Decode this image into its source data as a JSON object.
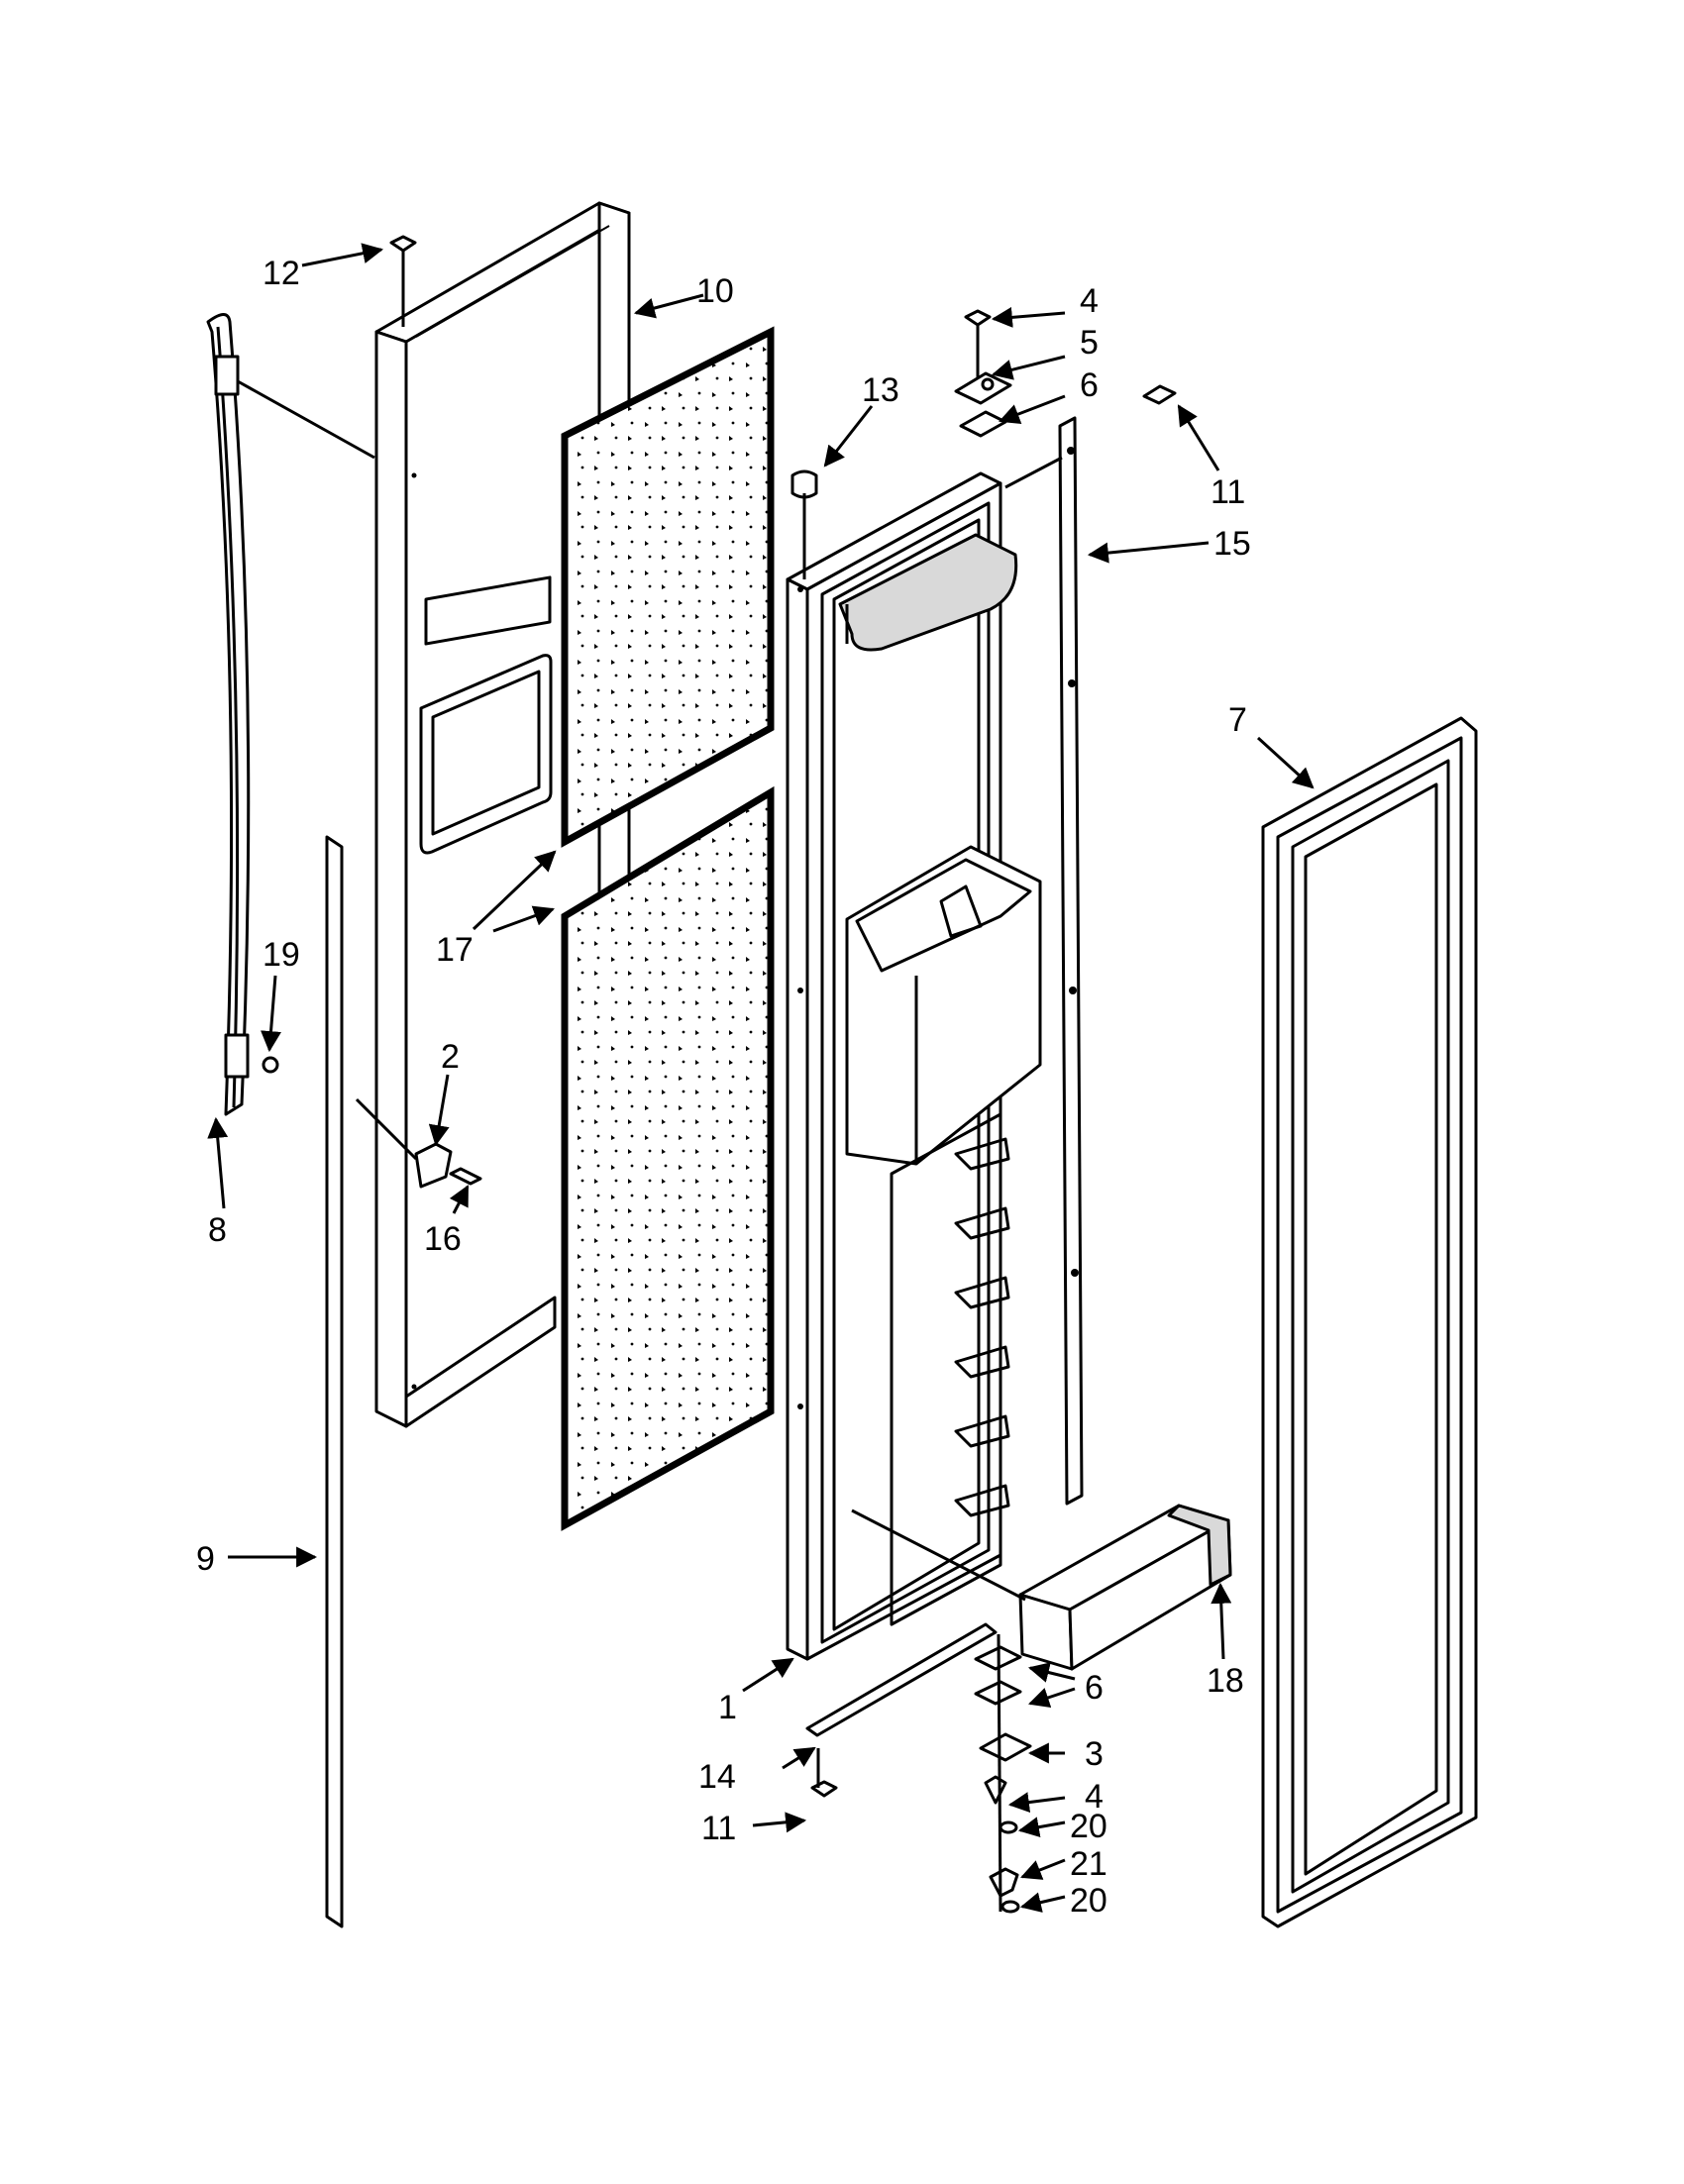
{
  "diagram": {
    "callouts": [
      "1",
      "2",
      "3",
      "4",
      "4",
      "5",
      "6",
      "6",
      "7",
      "8",
      "9",
      "10",
      "11",
      "11",
      "12",
      "13",
      "14",
      "15",
      "16",
      "17",
      "18",
      "19",
      "20",
      "21",
      "20"
    ]
  }
}
